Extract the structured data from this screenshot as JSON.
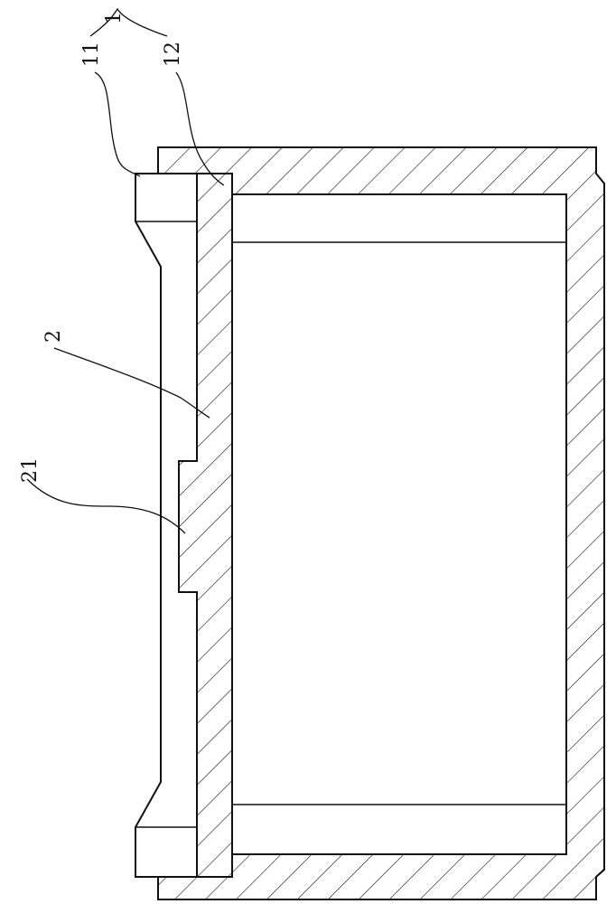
{
  "labels": {
    "assembly": "1",
    "part_11": "11",
    "part_12": "12",
    "part_2": "2",
    "part_21": "21"
  },
  "colors": {
    "line": "#111111",
    "background": "#ffffff"
  }
}
